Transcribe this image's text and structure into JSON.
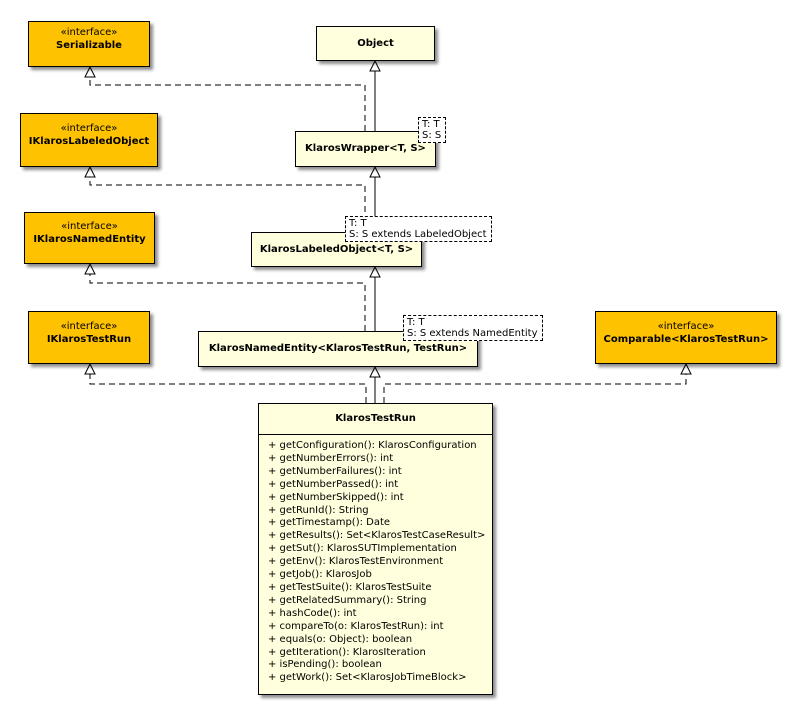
{
  "interfaces": {
    "serializable": {
      "stereotype": "«interface»",
      "name": "Serializable"
    },
    "iklaros_labeled_object": {
      "stereotype": "«interface»",
      "name": "IKlarosLabeledObject"
    },
    "iklaros_named_entity": {
      "stereotype": "«interface»",
      "name": "IKlarosNamedEntity"
    },
    "iklaros_test_run": {
      "stereotype": "«interface»",
      "name": "IKlarosTestRun"
    },
    "comparable": {
      "stereotype": "«interface»",
      "name": "Comparable<KlarosTestRun>"
    }
  },
  "classes": {
    "object": {
      "name": "Object"
    },
    "klaros_wrapper": {
      "name": "KlarosWrapper<T, S>",
      "type_params": [
        "T: T",
        "S: S"
      ]
    },
    "klaros_labeled_object": {
      "name": "KlarosLabeledObject<T, S>",
      "type_params": [
        "T: T",
        "S: S extends LabeledObject"
      ]
    },
    "klaros_named_entity": {
      "name": "KlarosNamedEntity<KlarosTestRun, TestRun>",
      "type_params": [
        "T: T",
        "S: S extends NamedEntity"
      ]
    }
  },
  "main_class": {
    "name": "KlarosTestRun",
    "methods": [
      "+ getConfiguration(): KlarosConfiguration",
      "+ getNumberErrors(): int",
      "+ getNumberFailures(): int",
      "+ getNumberPassed(): int",
      "+ getNumberSkipped(): int",
      "+ getRunId(): String",
      "+ getTimestamp(): Date",
      "+ getResults(): Set<KlarosTestCaseResult>",
      "+ getSut(): KlarosSUTImplementation",
      "+ getEnv(): KlarosTestEnvironment",
      "+ getJob(): KlarosJob",
      "+ getTestSuite(): KlarosTestSuite",
      "+ getRelatedSummary(): String",
      "+ hashCode(): int",
      "+ compareTo(o: KlarosTestRun): int",
      "+ equals(o: Object): boolean",
      "+ getIteration(): KlarosIteration",
      "+ isPending(): boolean",
      "+ getWork(): Set<KlarosJobTimeBlock>"
    ]
  },
  "colors": {
    "interface_fill": "#ffc200",
    "class_fill": "#ffffdd",
    "line": "#000000"
  }
}
